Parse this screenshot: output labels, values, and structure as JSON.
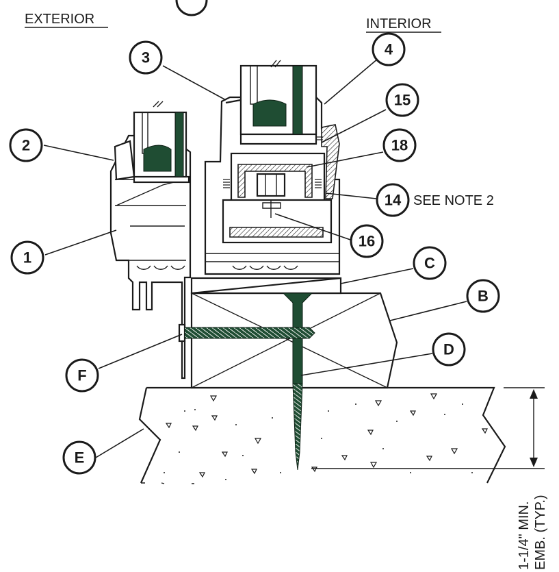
{
  "labels": {
    "exterior": "EXTERIOR",
    "interior": "INTERIOR",
    "note": "SEE NOTE 2",
    "dimension_line1": "1-1/4\" MIN.",
    "dimension_line2": "EMB. (TYP.)"
  },
  "callouts": {
    "c1": "1",
    "c2": "2",
    "c3": "3",
    "c4": "4",
    "c15": "15",
    "c18": "18",
    "c14": "14",
    "c16": "16",
    "cC": "C",
    "cB": "B",
    "cD": "D",
    "cF": "F",
    "cE": "E"
  },
  "colors": {
    "ink": "#1a1a1a",
    "glass_green": "#1f4d33",
    "background": "#ffffff"
  }
}
